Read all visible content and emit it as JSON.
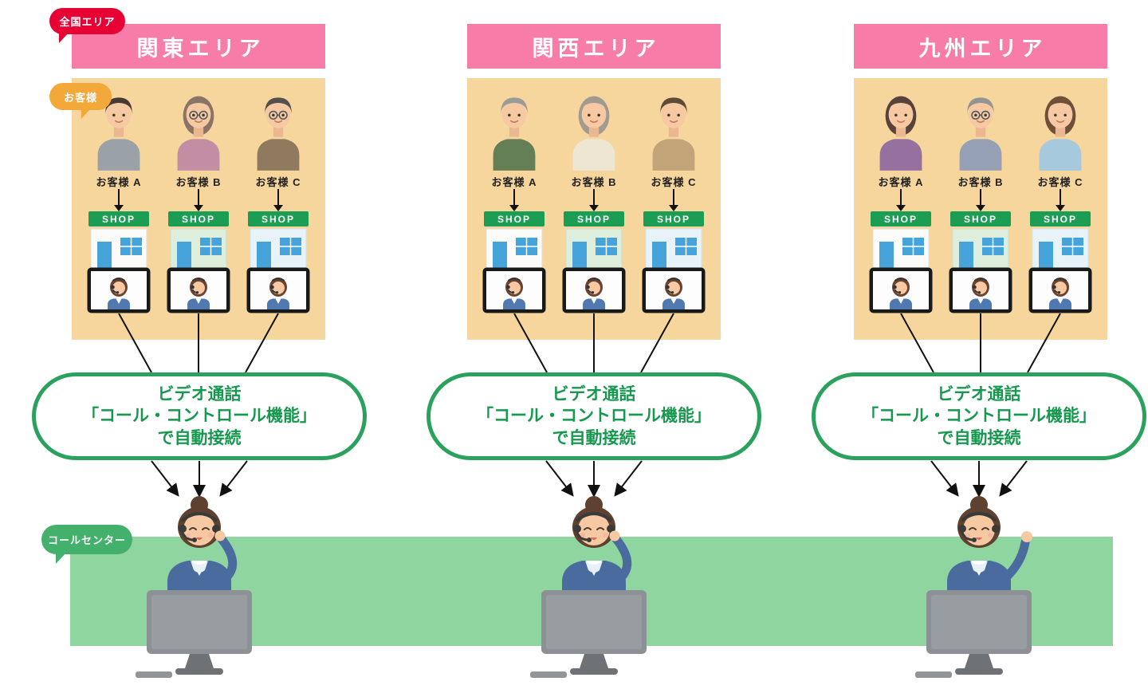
{
  "badges": {
    "national_area": "全国エリア",
    "customer_group": "お客様",
    "call_center": "コールセンター"
  },
  "shop_sign": "SHOP",
  "areas": [
    {
      "name": "関東エリア",
      "customers": [
        {
          "label": "お客様 A",
          "hair_color": "#473a33",
          "top_color": "#9aa2a8"
        },
        {
          "label": "お客様 B",
          "hair_color": "#8a7466",
          "top_color": "#c38da3"
        },
        {
          "label": "お客様 C",
          "hair_color": "#54504e",
          "top_color": "#8f7a60"
        }
      ],
      "connect_lines": [
        "ビデオ通話",
        "「コール・コントロール機能」",
        "で自動接続"
      ]
    },
    {
      "name": "関西エリア",
      "customers": [
        {
          "label": "お客様 A",
          "hair_color": "#9a9a96",
          "top_color": "#647e55"
        },
        {
          "label": "お客様 B",
          "hair_color": "#a09a90",
          "top_color": "#eee6d2"
        },
        {
          "label": "お客様 C",
          "hair_color": "#5f4a36",
          "top_color": "#c2a478"
        }
      ],
      "connect_lines": [
        "ビデオ通話",
        "「コール・コントロール機能」",
        "で自動接続"
      ]
    },
    {
      "name": "九州エリア",
      "customers": [
        {
          "label": "お客様 A",
          "hair_color": "#57423c",
          "top_color": "#96719f"
        },
        {
          "label": "お客様 B",
          "hair_color": "#949492",
          "top_color": "#96a0b4"
        },
        {
          "label": "お客様 C",
          "hair_color": "#6f4f3a",
          "top_color": "#a6c9dd"
        }
      ],
      "connect_lines": [
        "ビデオ通話",
        "「コール・コントロール機能」",
        "で自動接続"
      ]
    }
  ],
  "theme": {
    "area_header_bg": "#f77ca7",
    "panel_bg": "#f6d69d",
    "shop_sign_bg": "#1b9e54",
    "connect_border": "#2aa15c",
    "connect_text": "#17984f",
    "call_center_band": "#8fd5a0",
    "badge_national_bg": "#e60033",
    "badge_customer_bg": "#f3a83a",
    "badge_call_center_bg": "#43b16c"
  }
}
